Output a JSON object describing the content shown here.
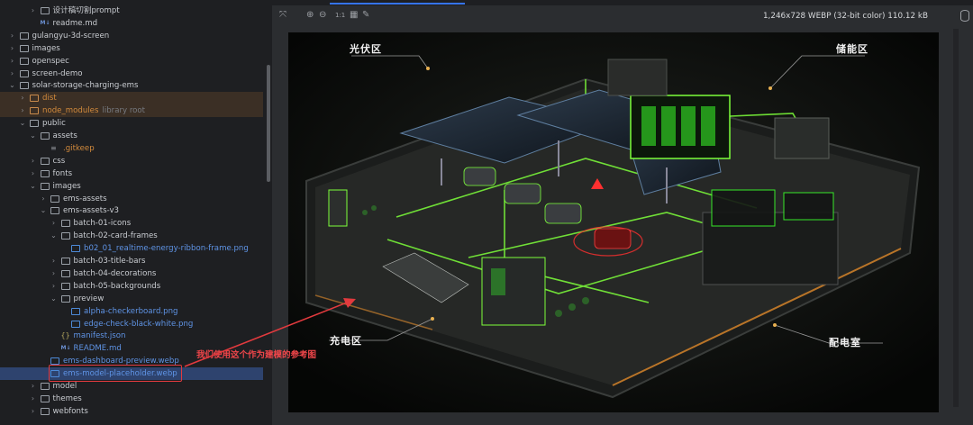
{
  "tree": [
    {
      "depth": 3,
      "chev": "›",
      "icon": "folder",
      "label": "设计稿切割prompt"
    },
    {
      "depth": 3,
      "chev": "",
      "icon": "md",
      "label": "readme.md"
    },
    {
      "depth": 1,
      "chev": "›",
      "icon": "folder",
      "label": "gulangyu-3d-screen"
    },
    {
      "depth": 1,
      "chev": "›",
      "icon": "folder",
      "label": "images"
    },
    {
      "depth": 1,
      "chev": "›",
      "icon": "folder",
      "label": "openspec"
    },
    {
      "depth": 1,
      "chev": "›",
      "icon": "folder",
      "label": "screen-demo"
    },
    {
      "depth": 1,
      "chev": "⌄",
      "icon": "folder",
      "label": "solar-storage-charging-ems"
    },
    {
      "depth": 2,
      "chev": "›",
      "icon": "folder-orange",
      "label": "dist",
      "style": "orange",
      "excluded": true
    },
    {
      "depth": 2,
      "chev": "›",
      "icon": "folder-orange",
      "label": "node_modules",
      "hint": "library root",
      "style": "orange",
      "excluded": true
    },
    {
      "depth": 2,
      "chev": "⌄",
      "icon": "folder",
      "label": "public"
    },
    {
      "depth": 3,
      "chev": "⌄",
      "icon": "folder",
      "label": "assets"
    },
    {
      "depth": 4,
      "chev": "",
      "icon": "git",
      "label": ".gitkeep",
      "style": "orange"
    },
    {
      "depth": 3,
      "chev": "›",
      "icon": "folder",
      "label": "css"
    },
    {
      "depth": 3,
      "chev": "›",
      "icon": "folder",
      "label": "fonts"
    },
    {
      "depth": 3,
      "chev": "⌄",
      "icon": "folder",
      "label": "images"
    },
    {
      "depth": 4,
      "chev": "›",
      "icon": "folder",
      "label": "ems-assets"
    },
    {
      "depth": 4,
      "chev": "⌄",
      "icon": "folder",
      "label": "ems-assets-v3"
    },
    {
      "depth": 5,
      "chev": "›",
      "icon": "folder",
      "label": "batch-01-icons"
    },
    {
      "depth": 5,
      "chev": "⌄",
      "icon": "folder",
      "label": "batch-02-card-frames"
    },
    {
      "depth": 6,
      "chev": "",
      "icon": "image",
      "label": "b02_01_realtime-energy-ribbon-frame.png",
      "style": "blue"
    },
    {
      "depth": 5,
      "chev": "›",
      "icon": "folder",
      "label": "batch-03-title-bars"
    },
    {
      "depth": 5,
      "chev": "›",
      "icon": "folder",
      "label": "batch-04-decorations"
    },
    {
      "depth": 5,
      "chev": "›",
      "icon": "folder",
      "label": "batch-05-backgrounds"
    },
    {
      "depth": 5,
      "chev": "⌄",
      "icon": "folder",
      "label": "preview"
    },
    {
      "depth": 6,
      "chev": "",
      "icon": "image",
      "label": "alpha-checkerboard.png",
      "style": "blue"
    },
    {
      "depth": 6,
      "chev": "",
      "icon": "image",
      "label": "edge-check-black-white.png",
      "style": "blue"
    },
    {
      "depth": 5,
      "chev": "",
      "icon": "json",
      "label": "manifest.json",
      "style": "blue"
    },
    {
      "depth": 5,
      "chev": "",
      "icon": "md",
      "label": "README.md",
      "style": "blue"
    },
    {
      "depth": 4,
      "chev": "",
      "icon": "image",
      "label": "ems-dashboard-preview.webp",
      "style": "blue"
    },
    {
      "depth": 4,
      "chev": "",
      "icon": "image",
      "label": "ems-model-placeholder.webp",
      "style": "blue",
      "selected": true
    },
    {
      "depth": 3,
      "chev": "›",
      "icon": "folder",
      "label": "model"
    },
    {
      "depth": 3,
      "chev": "›",
      "icon": "folder",
      "label": "themes"
    },
    {
      "depth": 3,
      "chev": "›",
      "icon": "folder",
      "label": "webfonts"
    }
  ],
  "viewer": {
    "image_info": "1,246x728 WEBP (32-bit color) 110.12 kB",
    "toolbar": [
      "fit-icon",
      "zoom-in-icon",
      "zoom-out-icon",
      "actual-size-icon",
      "grid-icon",
      "color-picker-icon"
    ],
    "actual_size_label": "1:1"
  },
  "scene": {
    "zones": {
      "pv": "光伏区",
      "storage": "储能区",
      "charging": "充电区",
      "distribution": "配电室"
    },
    "annotation": "我们使用这个作为建模的参考图"
  },
  "colors": {
    "accent": "#3574f0",
    "annotation": "#f0464a",
    "glow": "#7dff3a",
    "excluded_bg": "#3b2f25",
    "selected_bg": "#2e436e"
  }
}
